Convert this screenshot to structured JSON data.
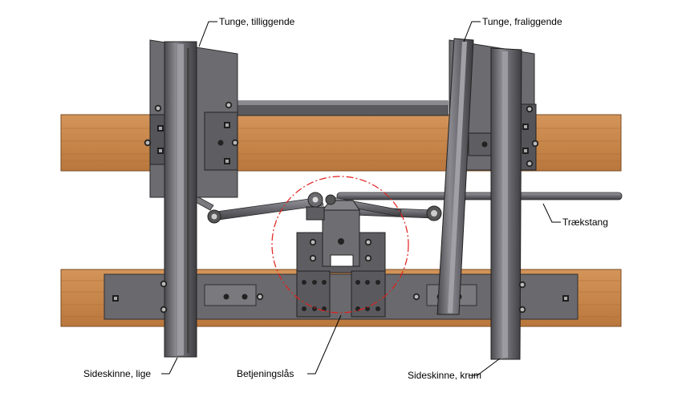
{
  "labels": {
    "tongue_closed": "Tunge, tilliggende",
    "tongue_open": "Tunge, fraliggende",
    "pull_rod": "Trækstang",
    "stock_rail_straight": "Sideskinne, lige",
    "operating_lock": "Betjeningslås",
    "stock_rail_curved": "Sideskinne, krum"
  },
  "colors": {
    "wood": "#c8874c",
    "wood_grain": "#b27136",
    "steel": "#6f6f73",
    "steel_dark": "#3f3f43",
    "steel_light": "#9a9aa0",
    "plate": "#5f5f63",
    "highlight_circle": "#e0201c"
  },
  "icons": {
    "bolt": "hex-bolt-icon",
    "marker": "red-dashed-circle"
  }
}
